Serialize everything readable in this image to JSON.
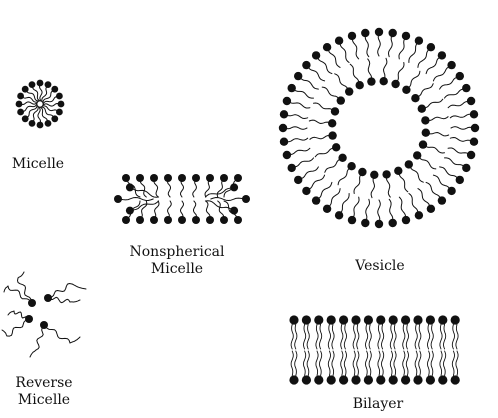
{
  "diagram": {
    "structures": [
      {
        "id": "micelle",
        "label_lines": [
          "Micelle"
        ]
      },
      {
        "id": "nonspherical-micelle",
        "label_lines": [
          "Nonspherical",
          "Micelle"
        ]
      },
      {
        "id": "vesicle",
        "label_lines": [
          "Vesicle"
        ]
      },
      {
        "id": "reverse-micelle",
        "label_lines": [
          "Reverse",
          "Micelle"
        ]
      },
      {
        "id": "bilayer",
        "label_lines": [
          "Bilayer"
        ]
      }
    ],
    "colors": {
      "ink": "#111111",
      "background": "#ffffff"
    }
  }
}
